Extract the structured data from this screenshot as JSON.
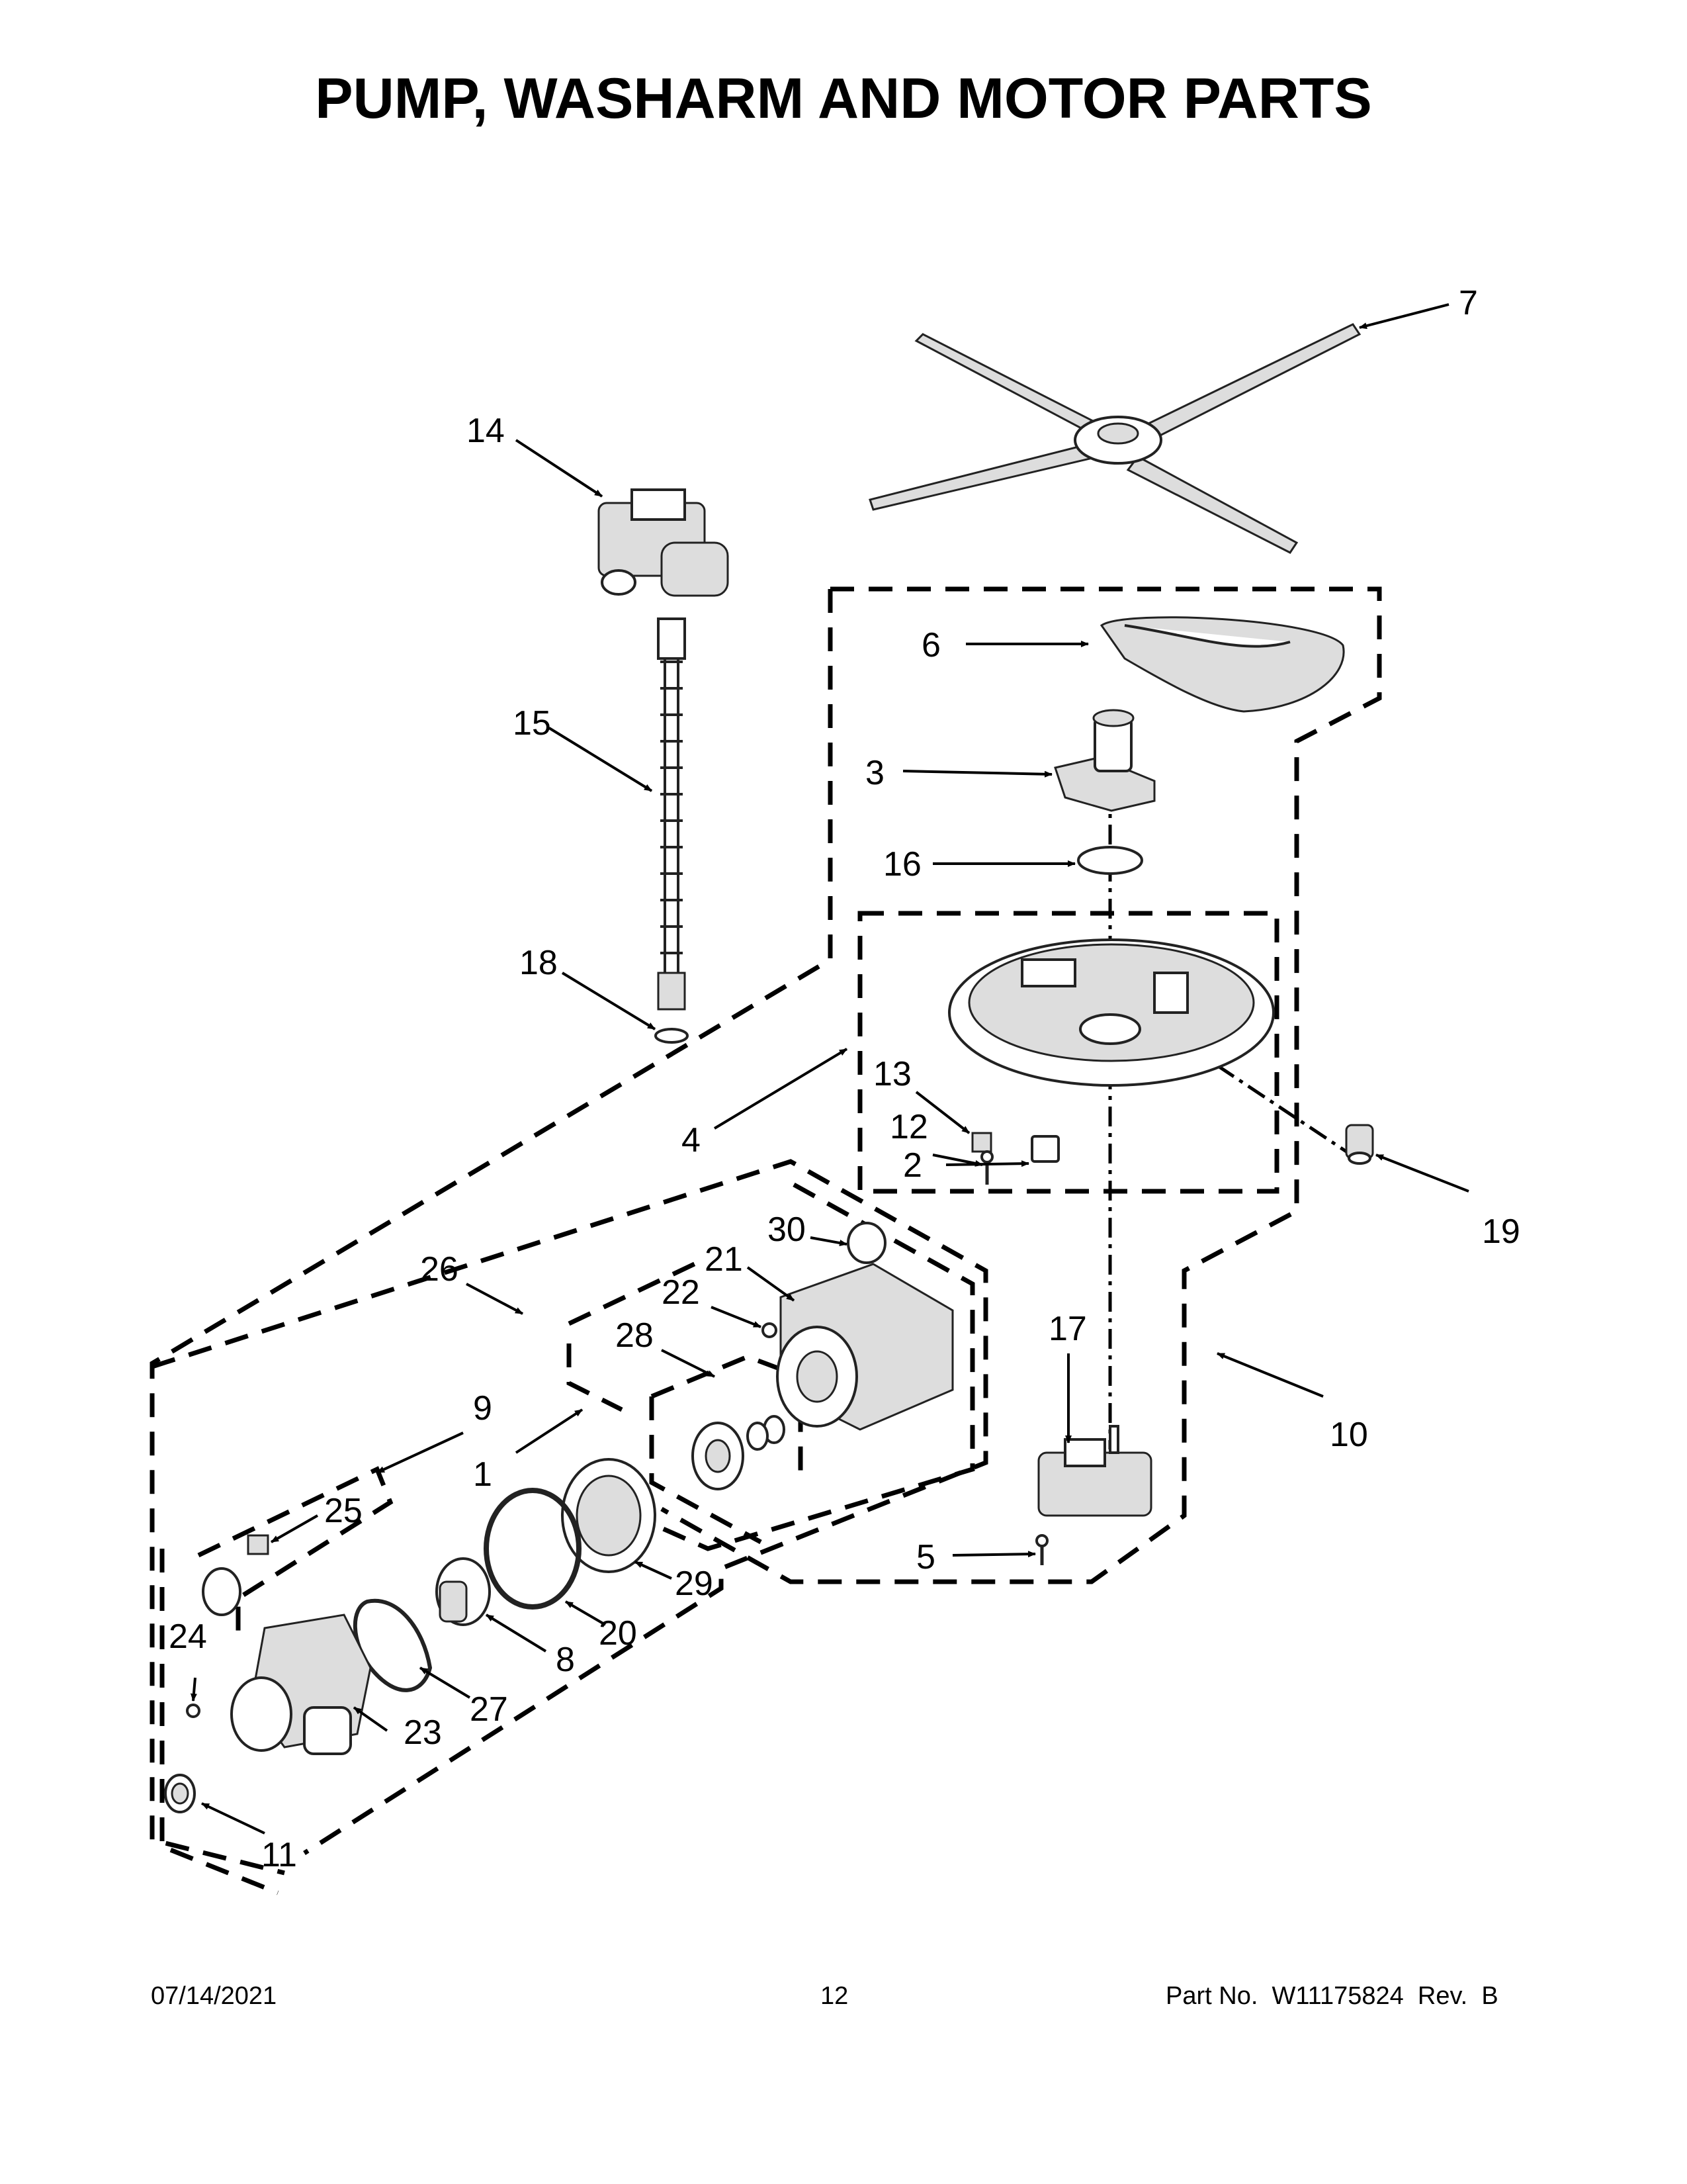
{
  "page": {
    "title": "PUMP, WASHARM AND MOTOR PARTS",
    "footer": {
      "date": "07/14/2021",
      "page_number": "12",
      "part_number": "Part No.  W11175824  Rev.  B"
    }
  },
  "callouts": [
    {
      "id": "c7",
      "label": "7"
    },
    {
      "id": "c14",
      "label": "14"
    },
    {
      "id": "c6",
      "label": "6"
    },
    {
      "id": "c15",
      "label": "15"
    },
    {
      "id": "c3",
      "label": "3"
    },
    {
      "id": "c16",
      "label": "16"
    },
    {
      "id": "c18",
      "label": "18"
    },
    {
      "id": "c13",
      "label": "13"
    },
    {
      "id": "c12",
      "label": "12"
    },
    {
      "id": "c4",
      "label": "4"
    },
    {
      "id": "c2",
      "label": "2"
    },
    {
      "id": "c19",
      "label": "19"
    },
    {
      "id": "c30",
      "label": "30"
    },
    {
      "id": "c21",
      "label": "21"
    },
    {
      "id": "c26",
      "label": "26"
    },
    {
      "id": "c22",
      "label": "22"
    },
    {
      "id": "c17",
      "label": "17"
    },
    {
      "id": "c28",
      "label": "28"
    },
    {
      "id": "c10",
      "label": "10"
    },
    {
      "id": "c9",
      "label": "9"
    },
    {
      "id": "c1",
      "label": "1"
    },
    {
      "id": "c25",
      "label": "25"
    },
    {
      "id": "c5",
      "label": "5"
    },
    {
      "id": "c29",
      "label": "29"
    },
    {
      "id": "c20",
      "label": "20"
    },
    {
      "id": "c24",
      "label": "24"
    },
    {
      "id": "c8",
      "label": "8"
    },
    {
      "id": "c27",
      "label": "27"
    },
    {
      "id": "c23",
      "label": "23"
    },
    {
      "id": "c11",
      "label": "11"
    }
  ]
}
